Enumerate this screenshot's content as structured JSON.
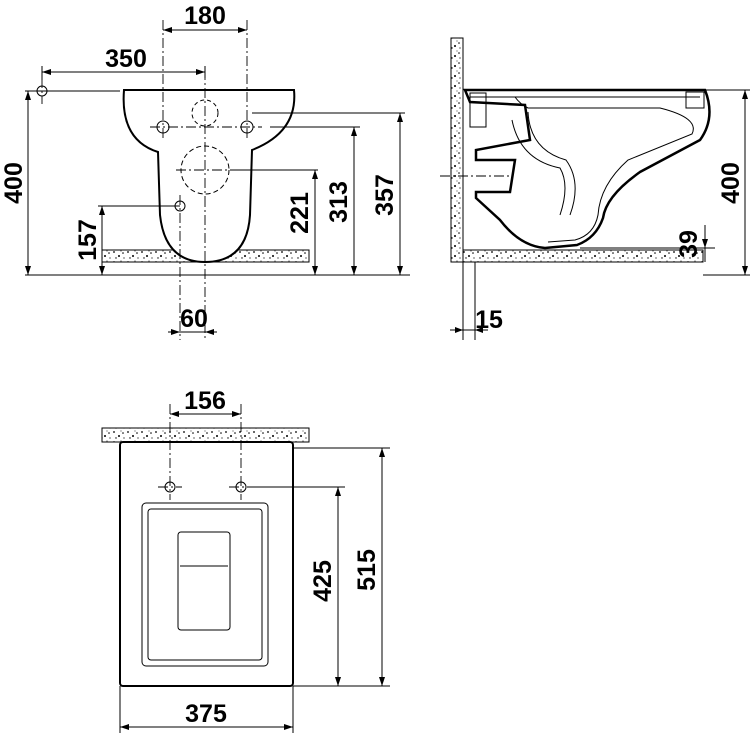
{
  "front_view": {
    "dims": {
      "bolt_spacing": "180",
      "waste_offset": "350",
      "overall_height": "400",
      "height_357": "357",
      "height_313": "313",
      "height_221": "221",
      "height_157": "157",
      "inlet_width": "60"
    }
  },
  "side_view": {
    "dims": {
      "overall_height": "400",
      "clearance": "39",
      "wall_gap": "15"
    }
  },
  "top_view": {
    "dims": {
      "bolt_spacing": "156",
      "depth_425": "425",
      "depth_515": "515",
      "width": "375"
    }
  },
  "colors": {
    "line": "#000000",
    "background": "#ffffff"
  }
}
